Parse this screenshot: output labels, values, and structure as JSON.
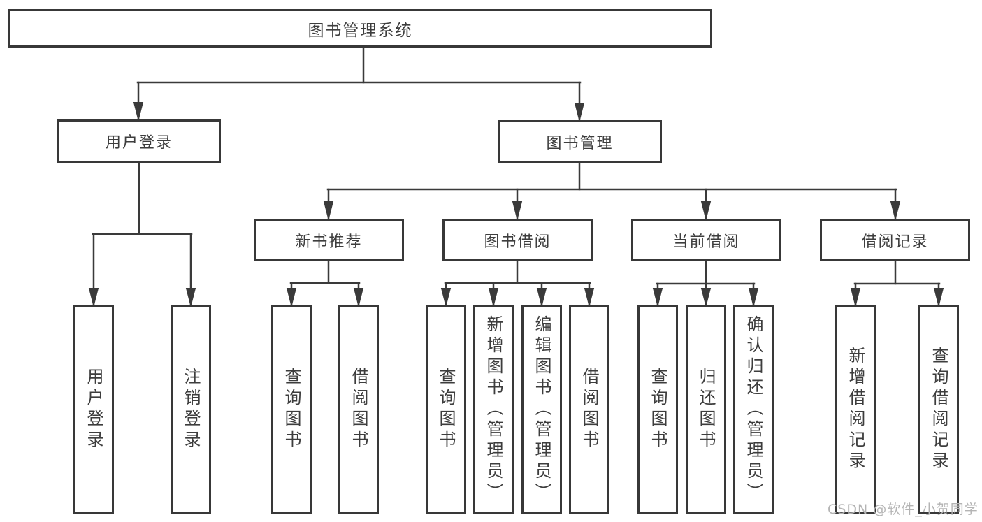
{
  "diagram": {
    "title": "图书管理系统",
    "root": {
      "label": "图书管理系统"
    },
    "level1": [
      {
        "label": "用户登录"
      },
      {
        "label": "图书管理"
      }
    ],
    "level2": [
      {
        "label": "新书推荐"
      },
      {
        "label": "图书借阅"
      },
      {
        "label": "当前借阅"
      },
      {
        "label": "借阅记录"
      }
    ],
    "leaves": [
      {
        "label": "用户登录",
        "parent": "用户登录"
      },
      {
        "label": "注销登录",
        "parent": "用户登录"
      },
      {
        "label": "查询图书",
        "parent": "新书推荐"
      },
      {
        "label": "借阅图书",
        "parent": "新书推荐"
      },
      {
        "label": "查询图书",
        "parent": "图书借阅"
      },
      {
        "label": "新增图书（管理员）",
        "parent": "图书借阅"
      },
      {
        "label": "编辑图书（管理员）",
        "parent": "图书借阅"
      },
      {
        "label": "借阅图书",
        "parent": "图书借阅"
      },
      {
        "label": "查询图书",
        "parent": "当前借阅"
      },
      {
        "label": "归还图书",
        "parent": "当前借阅"
      },
      {
        "label": "确认归还（管理员）",
        "parent": "当前借阅"
      },
      {
        "label": "新增借阅记录",
        "parent": "借阅记录"
      },
      {
        "label": "查询借阅记录",
        "parent": "借阅记录"
      }
    ]
  },
  "watermark": {
    "text": "CSDN @软件_小贺同学"
  },
  "colors": {
    "line": "#3a3a3a",
    "border": "#383838",
    "text": "#3d3d3d",
    "background": "#ffffff",
    "watermark": "#b4b4b4"
  }
}
